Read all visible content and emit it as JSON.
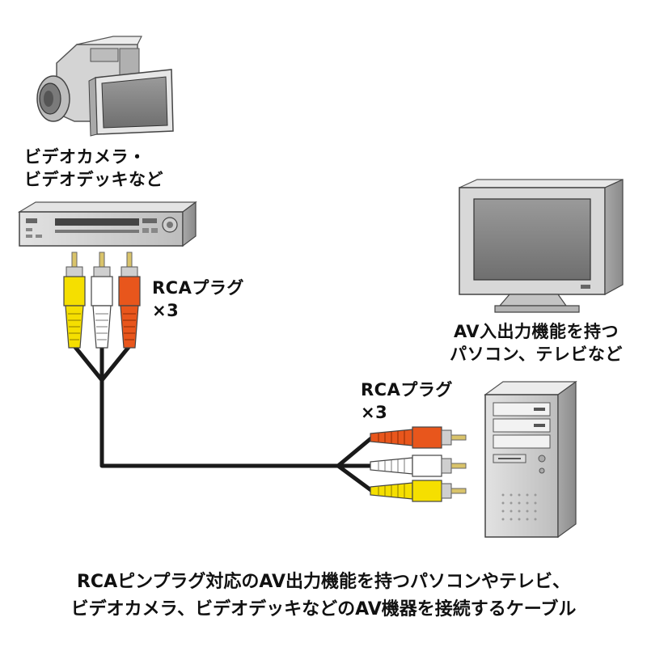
{
  "labels": {
    "camera_line1": "ビデオカメラ・",
    "camera_line2": "ビデオデッキなど",
    "rca_left_line1": "RCAプラグ",
    "rca_left_line2": "×3",
    "tv_line1": "AV入出力機能を持つ",
    "tv_line2": "パソコン、テレビなど",
    "rca_right_line1": "RCAプラグ",
    "rca_right_line2": "×3"
  },
  "caption": {
    "line1": "RCAピンプラグ対応のAV出力機能を持つパソコンやテレビ、",
    "line2": "ビデオカメラ、ビデオデッキなどのAV機器を接続するケーブル"
  },
  "colors": {
    "plug_yellow": "#f5df00",
    "plug_white": "#ffffff",
    "plug_red": "#e8561c",
    "cable": "#1a1a1a",
    "device_gray": "#c8c8c8",
    "device_dark": "#7a7a7a",
    "screen": "#8e8e8e"
  }
}
